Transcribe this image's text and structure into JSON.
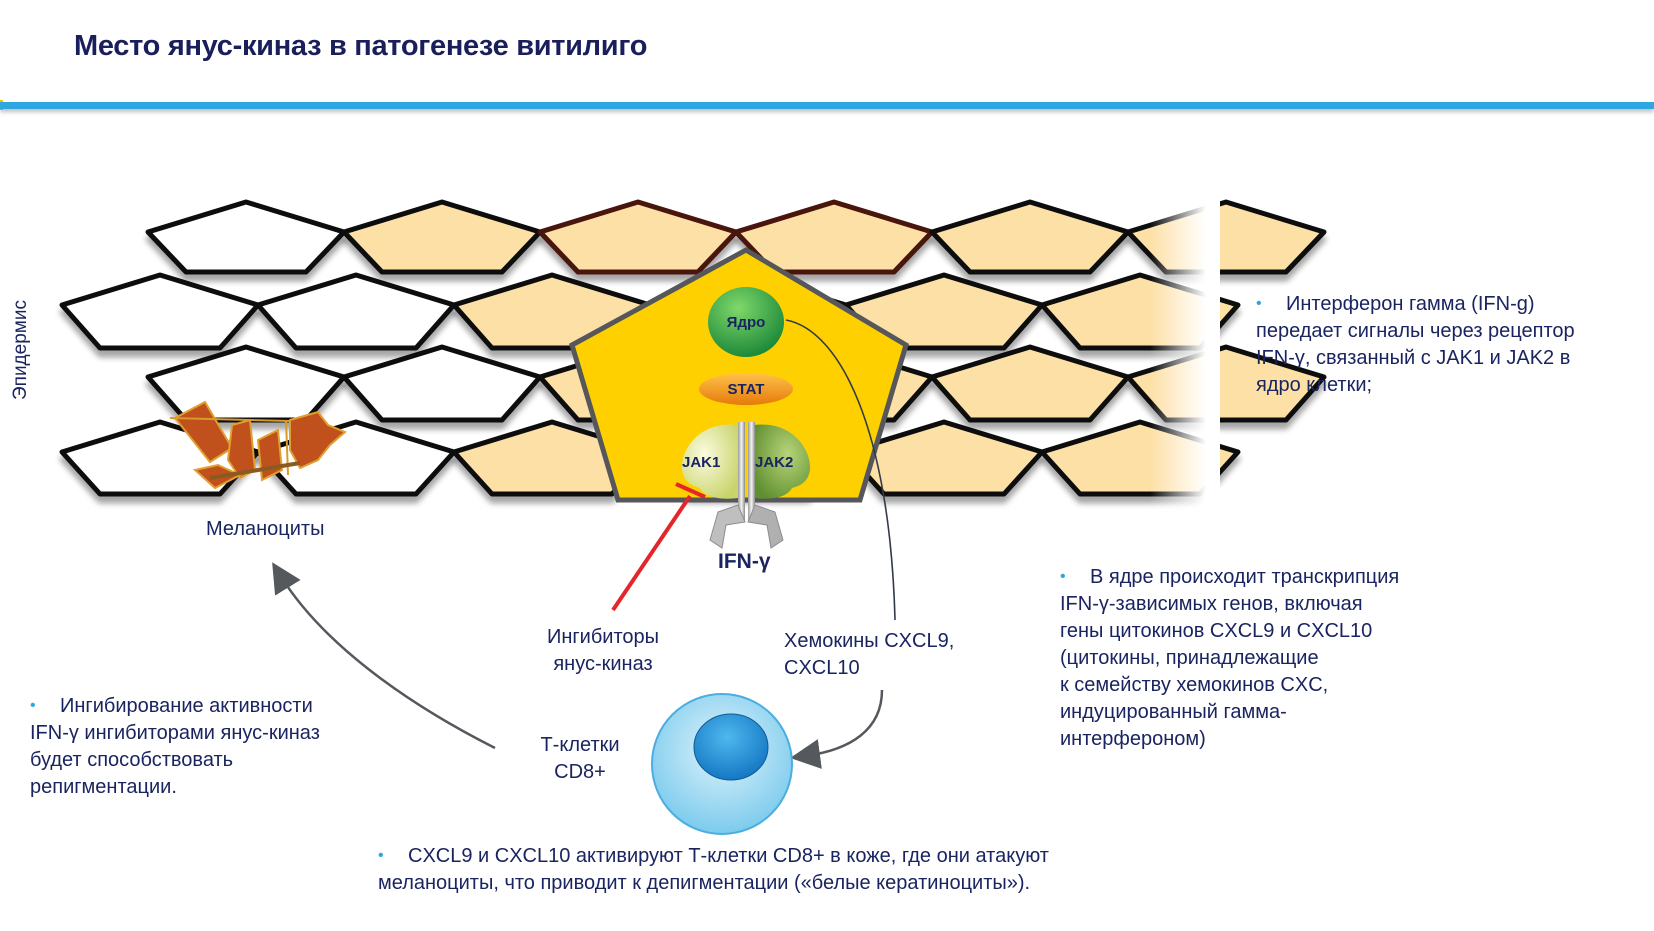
{
  "header": {
    "title": "Место янус-киназ в патогенезе витилиго"
  },
  "colors": {
    "accent_rule": "#2ea6df",
    "text": "#1a2460",
    "pigmented_cell": "#fde0a6",
    "target_cell": "#ffd000",
    "nucleus": "#2aa84a",
    "stat": "#f39a1c",
    "inhibitor_line": "#e3262a",
    "t_cell": "#8dd3f0"
  },
  "diagram": {
    "epidermis_label": "Эпидермис",
    "melanocytes_label": "Меланоциты",
    "nucleus_label": "Ядро",
    "stat_label": "STAT",
    "jak1_label": "JAK1",
    "jak2_label": "JAK2",
    "receptor_label": "IFN-γ",
    "inhibitors_label_line1": "Ингибиторы",
    "inhibitors_label_line2": "янус-киназ",
    "chemokines_label_line1": "Хемокины CXCL9,",
    "chemokines_label_line2": "CXCL10",
    "tcell_label_line1": "Т-клетки",
    "tcell_label_line2": "CD8+"
  },
  "notes": {
    "bullet": "•",
    "right_top": [
      "Интерферон гамма (IFN-g)",
      "передает сигналы через рецептор",
      "IFN-γ, связанный с JAK1 и JAK2 в",
      "ядро клетки;"
    ],
    "right_middle": [
      "В ядре происходит транскрипция",
      "IFN-γ-зависимых генов, включая",
      "гены цитокинов CXCL9 и CXCL10",
      "(цитокины, принадлежащие",
      "к семейству хемокинов CXC,",
      "индуцированный гамма-",
      "интерфероном)"
    ],
    "left_bottom": [
      "Ингибирование активности",
      "IFN-γ ингибиторами янус-киназ",
      "будет способствовать",
      "репигментации."
    ],
    "bottom": [
      "CXCL9 и CXCL10 активируют Т-клетки CD8+ в коже, где они атакуют",
      "меланоциты, что приводит к депигментации («белые кератиноциты»)."
    ]
  }
}
